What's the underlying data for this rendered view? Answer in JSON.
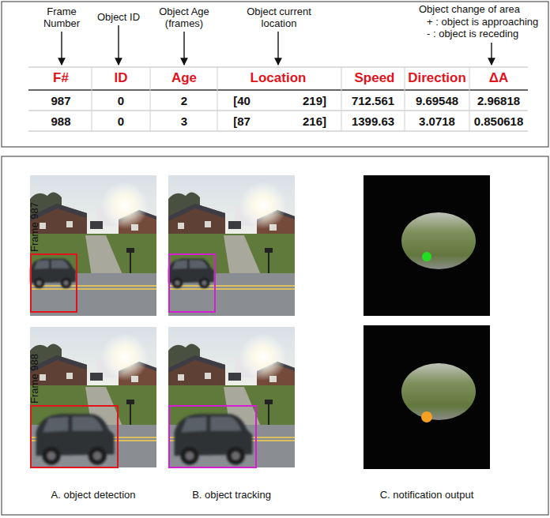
{
  "diagram": {
    "labels": [
      "Frame Number",
      "Object ID",
      "Object Age (frames)",
      "Object current location",
      "Object change of area",
      "+ : object is approaching",
      "- : object is receding",
      "F#",
      "ID",
      "Age",
      "Location",
      "Speed",
      "Direction",
      "ΔA",
      "987",
      "0",
      "2",
      "[40",
      "219]",
      "712.561",
      "9.69548",
      "2.96818",
      "988",
      "0",
      "3",
      "[87",
      "216]",
      "1399.63",
      "3.0718",
      "0.850618",
      "Frame 987",
      "Frame 988",
      "A. object detection",
      "B. object tracking",
      "C. notification output"
    ]
  }
}
